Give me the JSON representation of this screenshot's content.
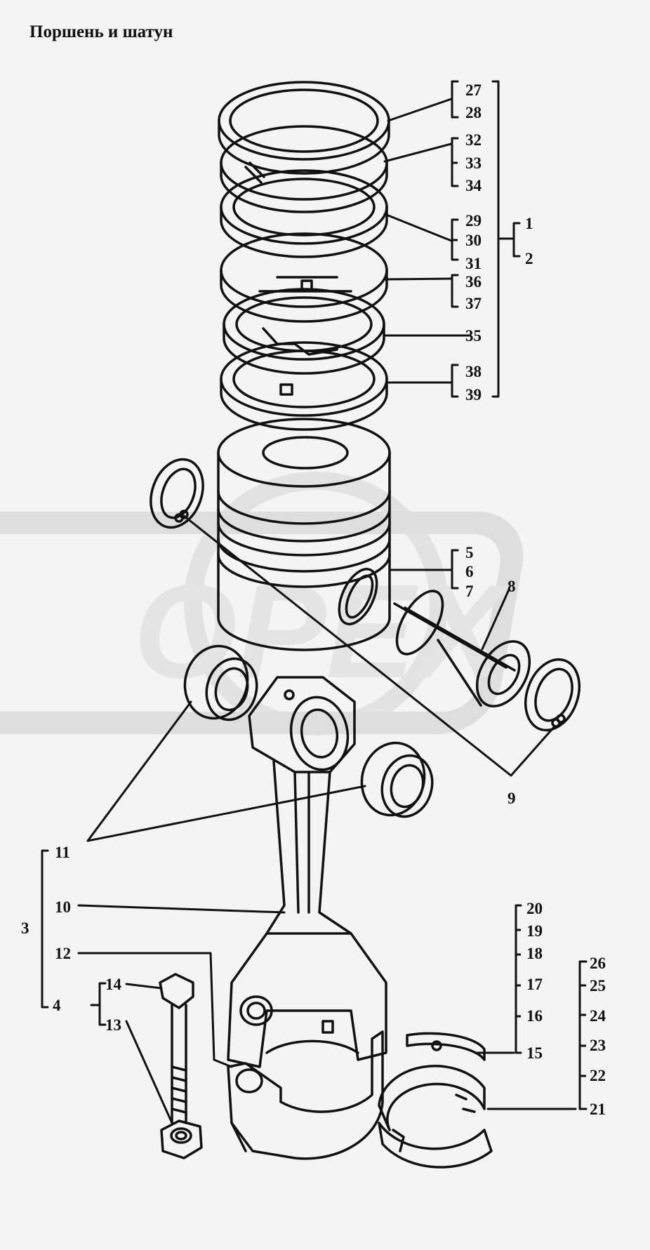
{
  "title": "Поршень и шатун",
  "watermark": {
    "text": "OPEX",
    "color": "#dddddd"
  },
  "callouts": {
    "n1": "1",
    "n2": "2",
    "n3": "3",
    "n4": "4",
    "n5": "5",
    "n6": "6",
    "n7": "7",
    "n8": "8",
    "n9": "9",
    "n10": "10",
    "n11a": "11",
    "n11b": "11",
    "n12": "12",
    "n13": "13",
    "n14": "14",
    "n15": "15",
    "n16": "16",
    "n17": "17",
    "n18": "18",
    "n19": "19",
    "n20": "20",
    "n21": "21",
    "n22": "22",
    "n23": "23",
    "n24": "24",
    "n25": "25",
    "n26": "26",
    "n27": "27",
    "n28": "28",
    "n29": "29",
    "n30": "30",
    "n31": "31",
    "n32": "32",
    "n33": "33",
    "n34": "34",
    "n35": "35",
    "n36": "36",
    "n37": "37",
    "n38": "38",
    "n39": "39"
  },
  "colors": {
    "ink": "#111111",
    "paper": "#f4f4f4"
  }
}
